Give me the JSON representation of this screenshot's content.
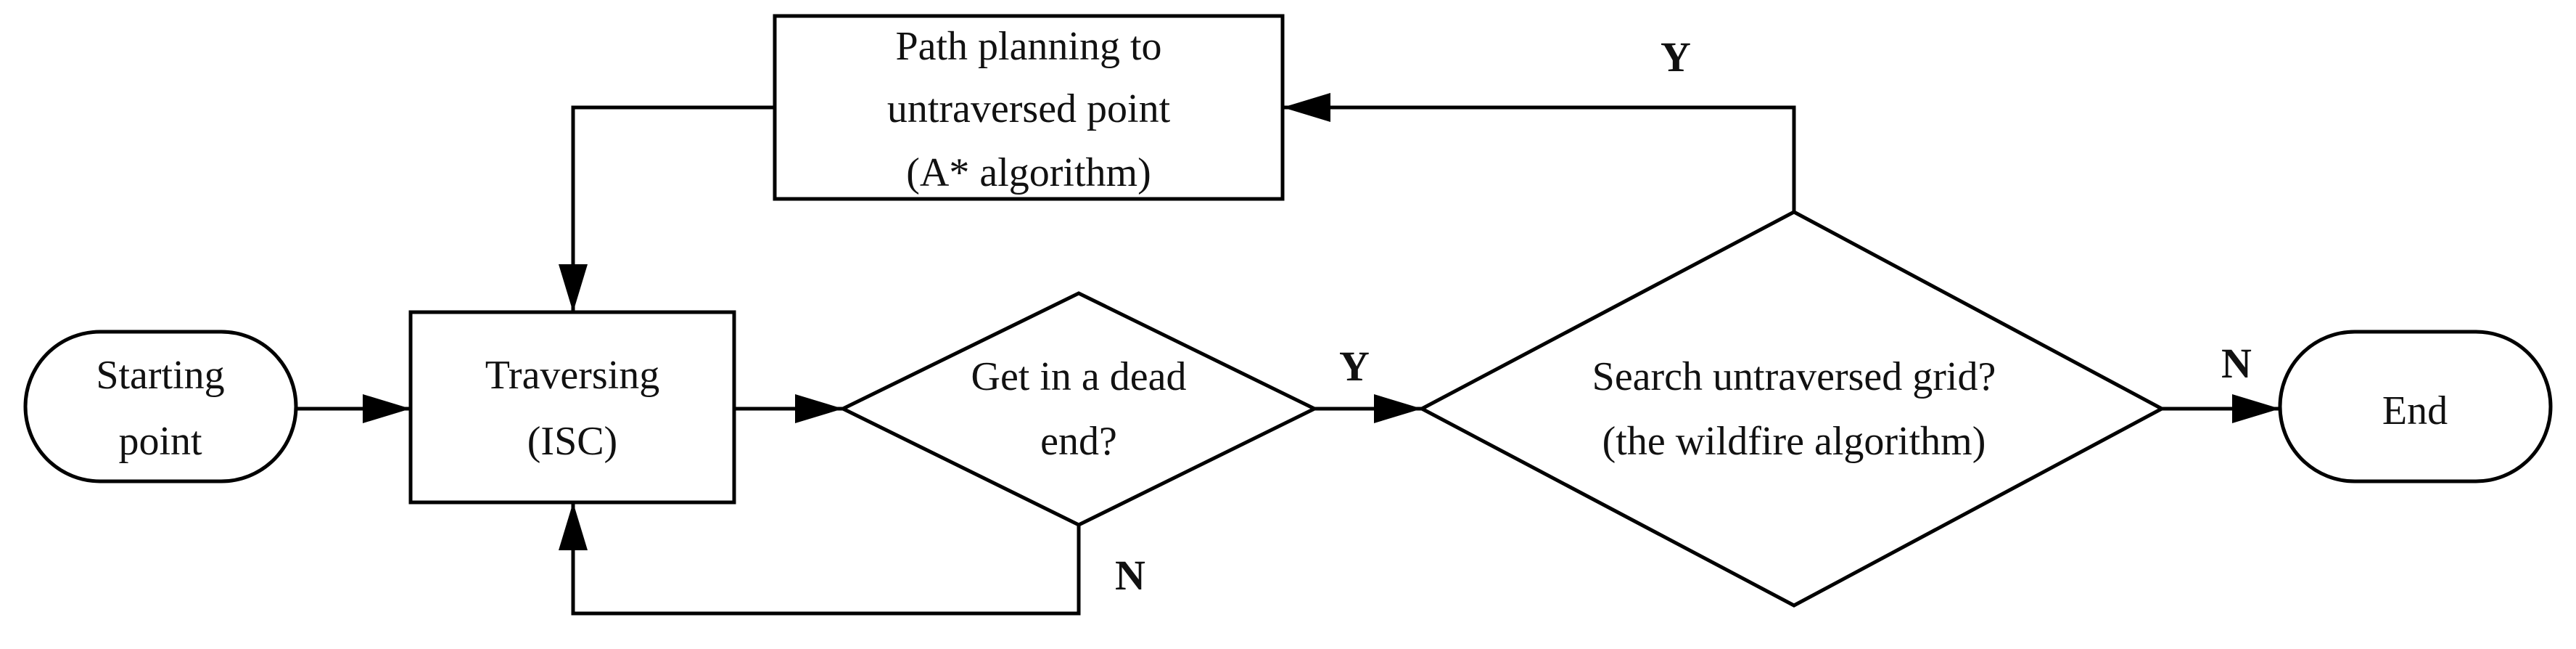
{
  "nodes": {
    "start": {
      "lines": [
        "Starting",
        "point"
      ]
    },
    "traverse": {
      "lines": [
        "Traversing",
        "(ISC)"
      ]
    },
    "dead_end": {
      "lines": [
        "Get in a dead",
        "end?"
      ]
    },
    "search_grid": {
      "lines": [
        "Search untraversed grid?",
        "(the wildfire algorithm)"
      ]
    },
    "path_planning": {
      "lines": [
        "Path planning to",
        "untraversed point",
        "(A* algorithm)"
      ]
    },
    "end": {
      "lines": [
        "End"
      ]
    }
  },
  "edges": {
    "dead_end_yes": "Y",
    "dead_end_no": "N",
    "search_yes": "Y",
    "search_no": "N"
  },
  "colors": {
    "stroke": "#000000",
    "fill": "#ffffff"
  }
}
